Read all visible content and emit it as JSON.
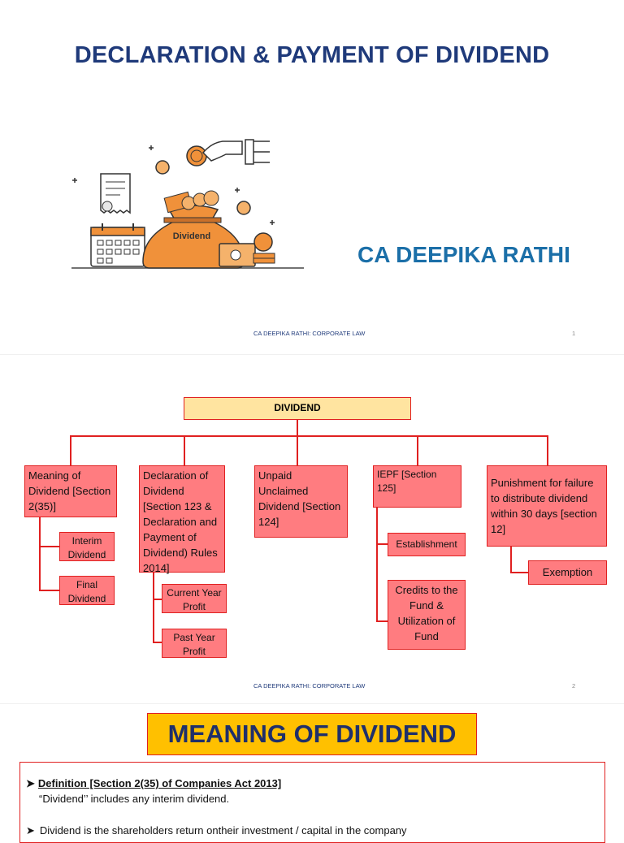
{
  "slide1": {
    "title": "DECLARATION & PAYMENT OF DIVIDEND",
    "illustration_label": "Dividend",
    "author": "CA DEEPIKA RATHI",
    "footer": "CA DEEPIKA RATHI: CORPORATE LAW",
    "page": "1"
  },
  "slide2": {
    "root": "DIVIDEND",
    "branches": [
      {
        "label": "Meaning of Dividend [Section 2(35)]",
        "children": [
          "Interim Dividend",
          "Final Dividend"
        ]
      },
      {
        "label": "Declaration of Dividend [Section 123 & Declaration and Payment of Dividend) Rules 2014]",
        "children": [
          "Current Year Profit",
          "Past Year Profit"
        ]
      },
      {
        "label": "Unpaid Unclaimed Dividend [Section 124]",
        "children": []
      },
      {
        "label": "IEPF [Section 125]",
        "children": [
          "Establishment",
          "Credits to the Fund & Utilization of Fund"
        ]
      },
      {
        "label": "Punishment for failure to distribute dividend within 30 days [section 12]",
        "children": [
          "Exemption"
        ]
      }
    ],
    "footer": "CA DEEPIKA RATHI: CORPORATE LAW",
    "page": "2"
  },
  "slide3": {
    "title": "MEANING OF DIVIDEND",
    "definition_heading": "Definition [Section 2(35) of Companies Act 2013]",
    "definition_text": "“Dividend’’ includes any interim dividend.",
    "bullet2": "Dividend is the shareholders return ontheir investment / capital in the company"
  },
  "colors": {
    "title_blue": "#1f3a7a",
    "author_blue": "#1b6fa8",
    "box_fill": "#ff7c80",
    "box_border": "#e02020",
    "root_fill": "#ffe4a0",
    "banner_fill": "#ffc000"
  },
  "icons": [
    "dividend-money-bag-icon",
    "calendar-icon",
    "receipt-icon",
    "coin-icon",
    "banknote-icon",
    "hand-icon"
  ]
}
